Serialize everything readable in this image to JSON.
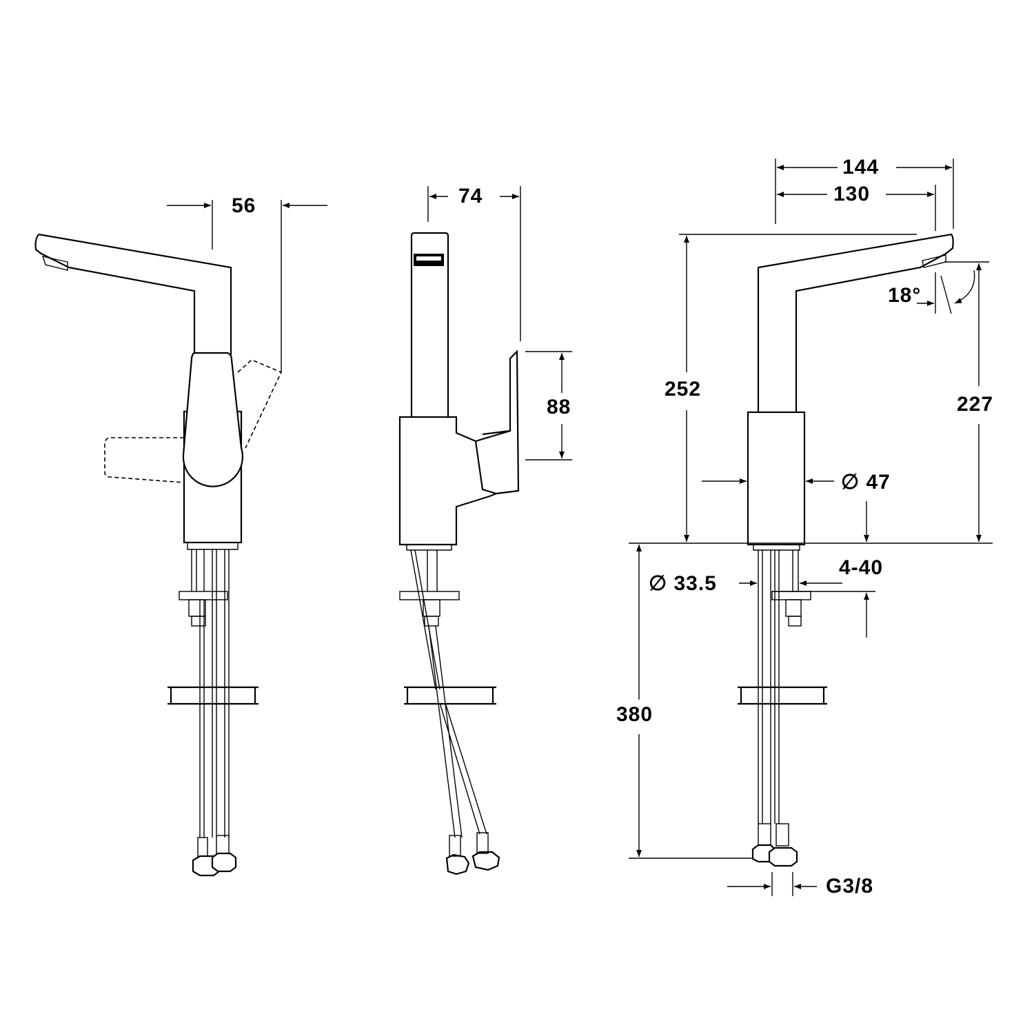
{
  "views": {
    "front": {
      "dimensions": {
        "handle_offset": "56"
      }
    },
    "side": {
      "dimensions": {
        "depth": "74",
        "handle_height": "88"
      }
    },
    "rear": {
      "dimensions": {
        "reach_outer": "144",
        "reach_inner": "130",
        "spout_angle": "18°",
        "total_height": "252",
        "outlet_height": "227",
        "body_diameter": "∅ 47",
        "deck_thickness": "4-40",
        "hole_diameter": "∅ 33.5",
        "hose_length": "380",
        "thread": "G3/8"
      }
    }
  }
}
